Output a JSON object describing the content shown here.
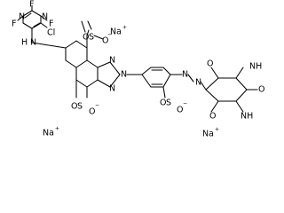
{
  "structure": {
    "atom_labels": {
      "fluorine_top": "F",
      "fluorine_left": "F",
      "fluorine_right": "F",
      "chlorine": "Cl",
      "pyrimidine_nitrogen_left": "N",
      "pyrimidine_nitrogen_right": "N",
      "amine_nh": "H",
      "amine_n": "N",
      "azo_n1": "N",
      "azo_n2": "N",
      "triazole_n1": "N",
      "triazole_n2": "N",
      "triazole_n3": "N",
      "imide_nh_top": "NH",
      "imide_nh_bottom": "NH",
      "oxo_top": "O",
      "oxo_middle": "O",
      "oxo_bottom": "O"
    },
    "sulfonate_top": {
      "oxygen": "O",
      "sulfur": "S",
      "oxide_oxygen": "O",
      "charge": "−"
    },
    "sulfonate_left": {
      "oxygen": "O",
      "sulfur": "S",
      "oxide_oxygen": "O",
      "charge": "−"
    },
    "sulfonate_right": {
      "oxygen": "O",
      "sulfur": "S",
      "oxide_oxygen": "O",
      "charge": "−"
    },
    "counterions": {
      "top": {
        "symbol": "Na",
        "charge": "+"
      },
      "bottom_left": {
        "symbol": "Na",
        "charge": "+"
      },
      "bottom_right": {
        "symbol": "Na",
        "charge": "+"
      }
    }
  }
}
